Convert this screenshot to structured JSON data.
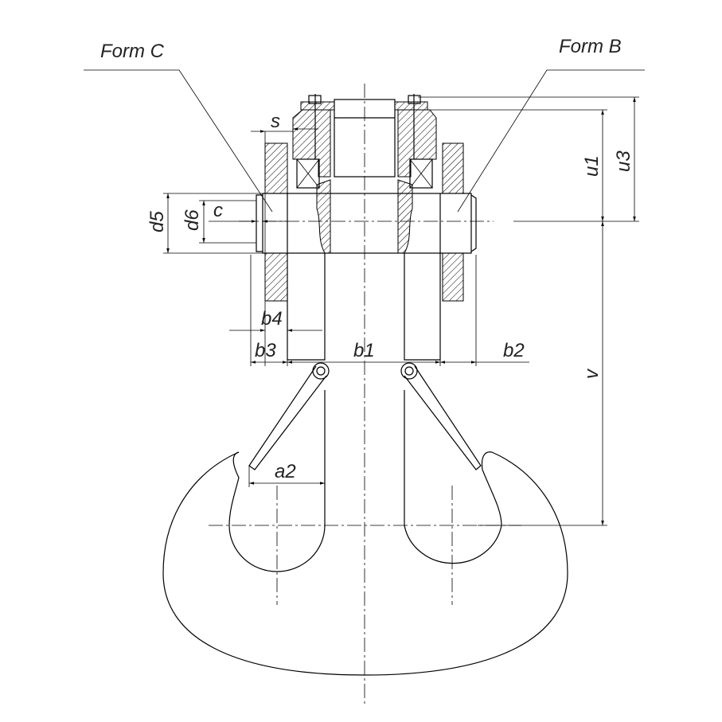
{
  "labels": {
    "form_c": "Form C",
    "form_b": "Form B",
    "s": "s",
    "c": "c",
    "d5": "d5",
    "d6": "d6",
    "b4": "b4",
    "b3": "b3",
    "b1": "b1",
    "b2": "b2",
    "a2": "a2",
    "u1": "u1",
    "u3": "u3",
    "v": "v"
  }
}
